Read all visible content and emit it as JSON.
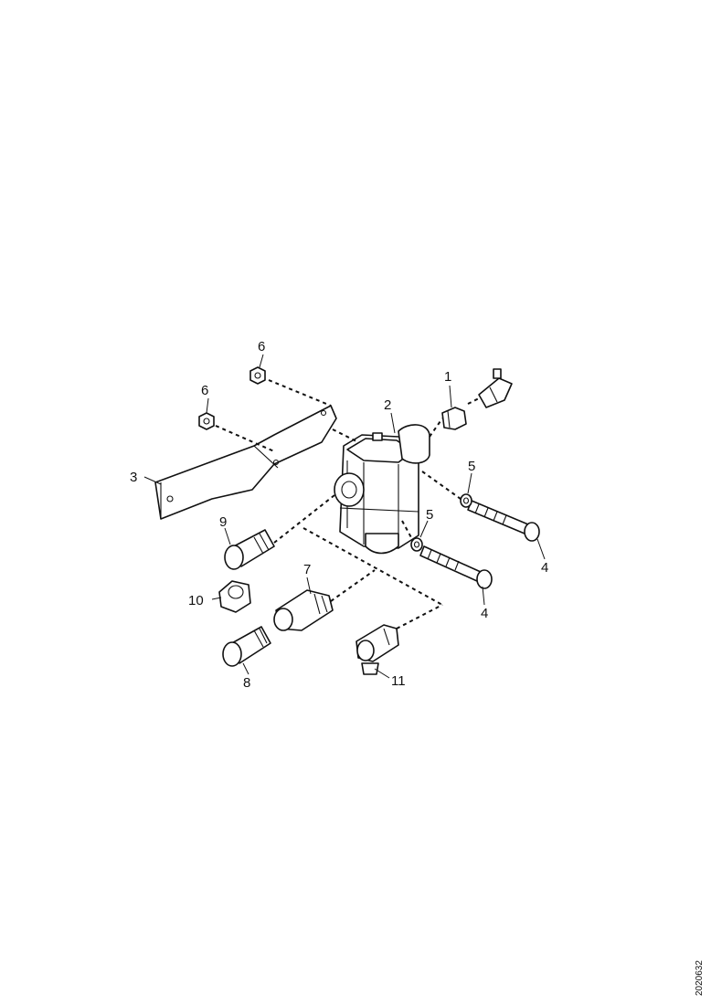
{
  "callouts": [
    {
      "id": "c1",
      "text": "1"
    },
    {
      "id": "c2",
      "text": "2"
    },
    {
      "id": "c3",
      "text": "3"
    },
    {
      "id": "c4a",
      "text": "4"
    },
    {
      "id": "c4b",
      "text": "4"
    },
    {
      "id": "c5a",
      "text": "5"
    },
    {
      "id": "c5b",
      "text": "5"
    },
    {
      "id": "c6a",
      "text": "6"
    },
    {
      "id": "c6b",
      "text": "6"
    },
    {
      "id": "c7",
      "text": "7"
    },
    {
      "id": "c8",
      "text": "8"
    },
    {
      "id": "c9",
      "text": "9"
    },
    {
      "id": "c10",
      "text": "10"
    },
    {
      "id": "c11",
      "text": "11"
    }
  ],
  "document_code": "2020632"
}
